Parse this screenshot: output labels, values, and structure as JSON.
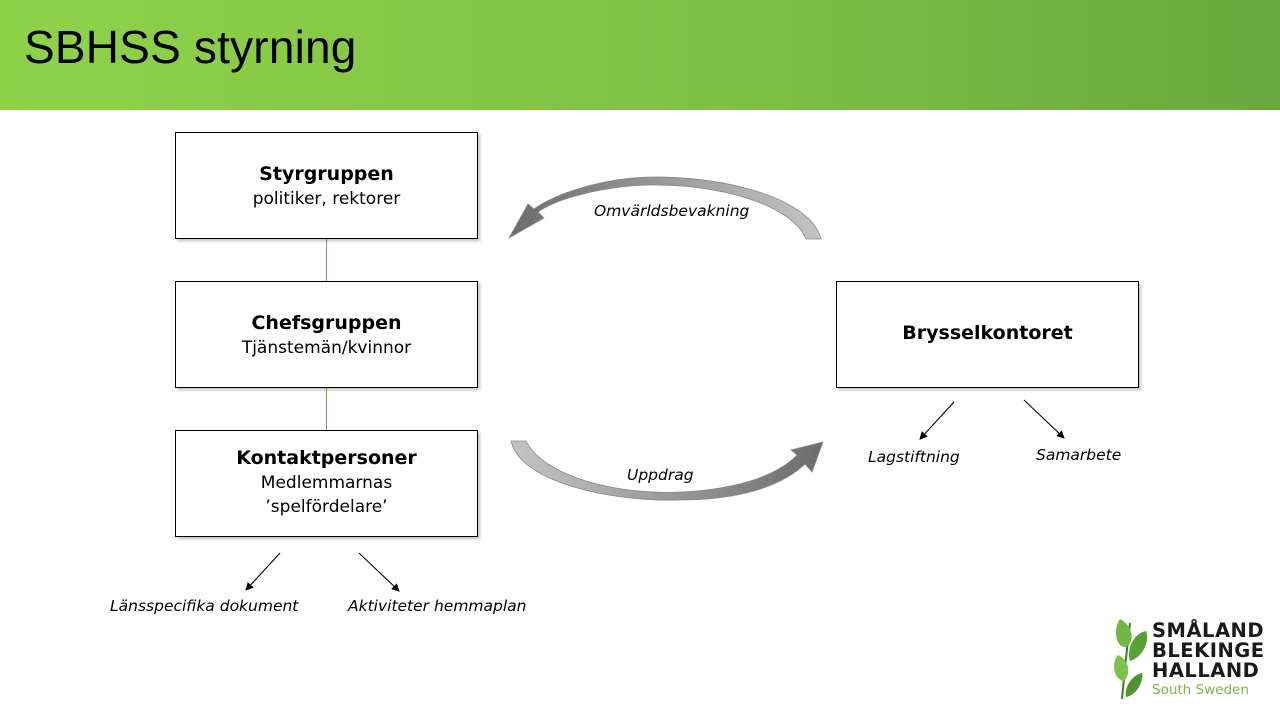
{
  "title": "SBHSS styrning",
  "colors": {
    "header_start": "#8fd24a",
    "header_end": "#6aa840",
    "connector": "#70ad47",
    "logo_accent": "#7ab648"
  },
  "nodes": {
    "styrgruppen": {
      "title": "Styrgruppen",
      "subtitle": "politiker, rektorer"
    },
    "chefsgruppen": {
      "title": "Chefsgruppen",
      "subtitle": "Tjänstemän/kvinnor"
    },
    "kontaktpersoner": {
      "title": "Kontaktpersoner",
      "subtitle_line1": "Medlemmarnas",
      "subtitle_line2": "’spelfördelare’"
    },
    "brysselkontoret": {
      "title": "Brysselkontoret"
    }
  },
  "edges": {
    "top_arrow": "Omvärldsbevakning",
    "bottom_arrow": "Uppdrag"
  },
  "outputs": {
    "kontakt_left": "Länsspecifika dokument",
    "kontakt_right": "Aktiviteter hemmaplan",
    "bryssel_left": "Lagstiftning",
    "bryssel_right": "Samarbete"
  },
  "logo": {
    "line1": "SMÅLAND",
    "line2": "BLEKINGE",
    "line3": "HALLAND",
    "tagline": "South Sweden",
    "icon": "leaf-icon"
  }
}
